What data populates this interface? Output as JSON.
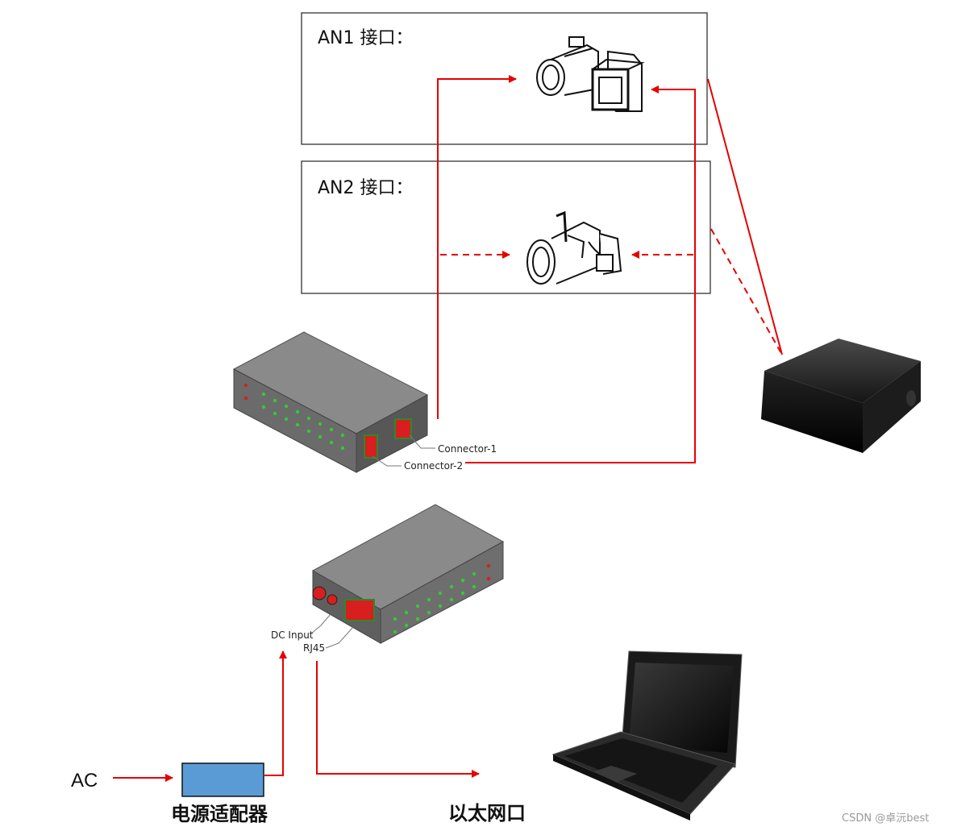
{
  "panels": {
    "an1": {
      "title": "AN1  接口："
    },
    "an2": {
      "title": "AN2  接口："
    }
  },
  "device_top": {
    "connector1": "Connector-1",
    "connector2": "Connector-2"
  },
  "device_bottom": {
    "dc_input": "DC Input",
    "rj45": "RJ45"
  },
  "power": {
    "ac": "AC",
    "adapter": "电源适配器"
  },
  "network": {
    "ethernet": "以太网口"
  },
  "watermark": "CSDN @卓沅best",
  "colors": {
    "arrow": "#e60000",
    "adapter_fill": "#5b9bd5",
    "device_top": "#8a8a8a",
    "device_side": "#5e5e5e",
    "led": "#37c837",
    "connector": "#d81e1e",
    "reader": "#111111"
  }
}
